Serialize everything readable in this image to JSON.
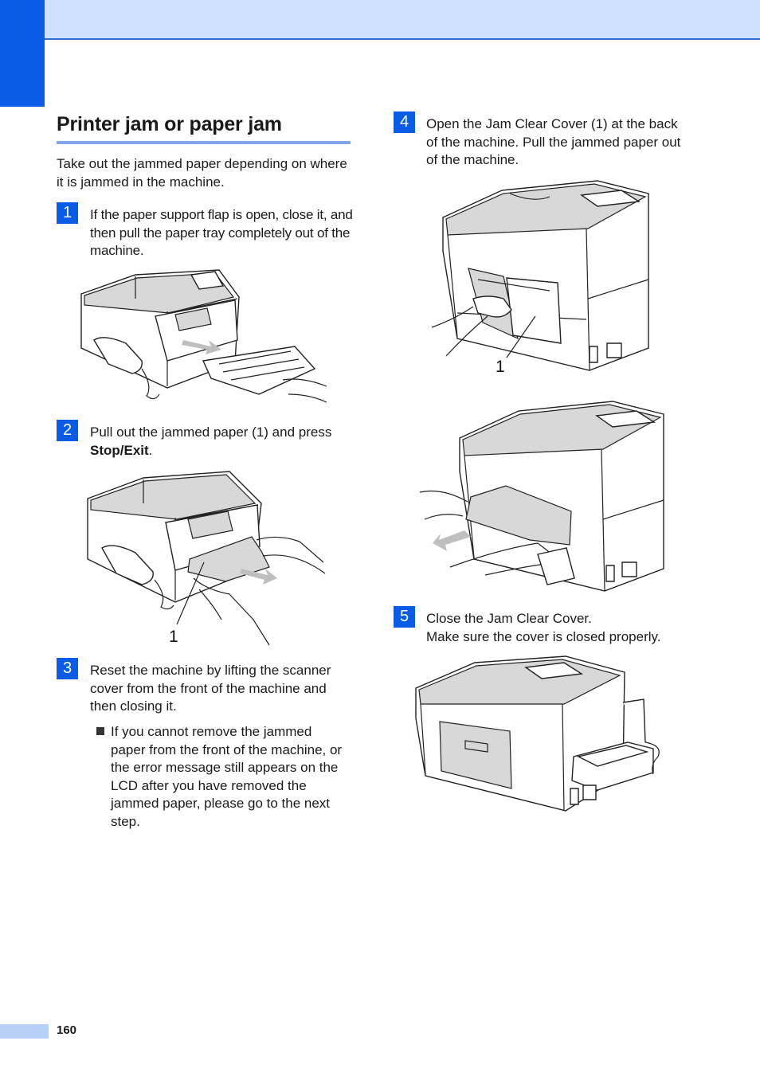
{
  "page_number": "160",
  "section_title": "Printer jam or paper jam",
  "intro": "Take out the jammed paper depending on where it is jammed in the machine.",
  "steps": [
    {
      "marker": "1",
      "text": "If the paper support flap is open, close it, and then pull the paper tray completely out of the machine."
    },
    {
      "marker": "2",
      "text_before": "Pull out the jammed paper (1) and press ",
      "text_bold": "Stop/Exit",
      "text_after": ".",
      "callout": "1"
    },
    {
      "marker": "3",
      "text": "Reset the machine by lifting the scanner cover from the front of the machine and then closing it.",
      "bullet": "If you cannot remove the jammed paper from the front of the machine, or the error message still appears on the LCD after you have removed the jammed paper, please go to the next step."
    },
    {
      "marker": "4",
      "text": "Open the Jam Clear Cover (1) at the back of the machine. Pull the jammed paper out of the machine.",
      "callout": "1"
    },
    {
      "marker": "5",
      "text_line1": "Close the Jam Clear Cover.",
      "text_line2": "Make sure the cover is closed properly."
    }
  ],
  "colors": {
    "accent": "#0a5ce6",
    "header_band": "#cfe0fb",
    "title_rule": "#7fa6ec"
  }
}
